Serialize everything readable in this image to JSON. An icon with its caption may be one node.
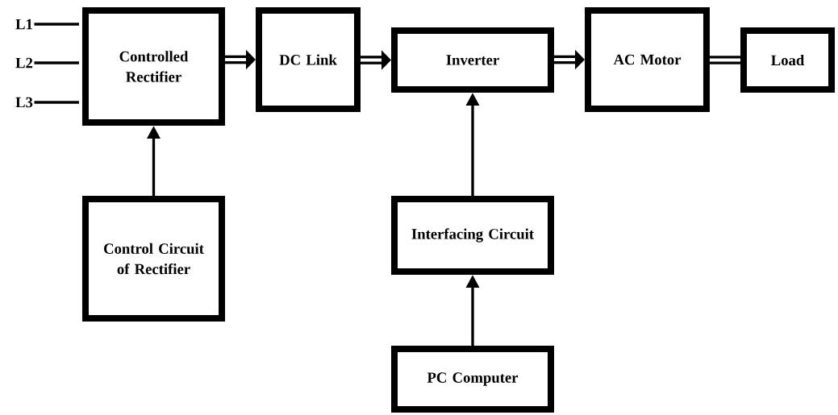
{
  "diagram": {
    "nodes": [
      {
        "text": [
          "L1"
        ]
      },
      {
        "text": [
          "L2"
        ]
      },
      {
        "text": [
          "L3"
        ]
      },
      {
        "text": [
          "Controlled Rectifier"
        ]
      },
      {
        "text": [
          "DC Link"
        ]
      },
      {
        "text": [
          "Inverter"
        ]
      },
      {
        "text": [
          "AC Motor"
        ]
      },
      {
        "text": [
          "Load"
        ]
      },
      {
        "text": [
          "Control Circuit of Rectifier"
        ]
      },
      {
        "text": [
          "Interfacing Circuit"
        ]
      },
      {
        "text": [
          "PC Computer"
        ]
      }
    ],
    "edges": [
      {
        "from": 0,
        "to": 3,
        "arrow": "none"
      },
      {
        "from": 1,
        "to": 3,
        "arrow": "none"
      },
      {
        "from": 2,
        "to": 3,
        "arrow": "none"
      },
      {
        "from": 3,
        "to": 4,
        "arrow": "to",
        "style": "thick"
      },
      {
        "from": 4,
        "to": 5,
        "arrow": "to",
        "style": "thick"
      },
      {
        "from": 5,
        "to": 6,
        "arrow": "to",
        "style": "thick"
      },
      {
        "from": 6,
        "to": 7,
        "arrow": "none",
        "style": "thick"
      },
      {
        "from": 8,
        "to": 3,
        "arrow": "to"
      },
      {
        "from": 9,
        "to": 5,
        "arrow": "to"
      },
      {
        "from": 10,
        "to": 9,
        "arrow": "to"
      }
    ]
  }
}
